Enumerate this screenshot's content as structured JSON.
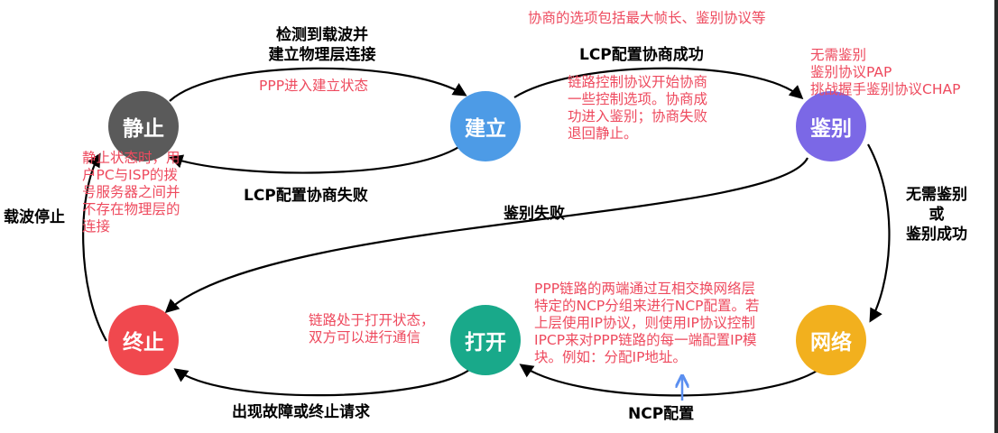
{
  "nodes": {
    "jingzhi": {
      "label": "静止",
      "color": "#5a5a5a"
    },
    "jianli": {
      "label": "建立",
      "color": "#4d9be6"
    },
    "jianbie": {
      "label": "鉴别",
      "color": "#7b68e6"
    },
    "zhongzhi": {
      "label": "终止",
      "color": "#f0484e"
    },
    "dakai": {
      "label": "打开",
      "color": "#19a98a"
    },
    "wangluo": {
      "label": "网络",
      "color": "#f2b01e"
    }
  },
  "transitions": {
    "detect_carrier": [
      "检测到载波并",
      "建立物理层连接"
    ],
    "lcp_success": "LCP配置协商成功",
    "lcp_fail": "LCP配置协商失败",
    "auth_fail": "鉴别失败",
    "no_auth_or_success": [
      "无需鉴别",
      "或",
      "鉴别成功"
    ],
    "carrier_stop": "载波停止",
    "fault_or_terminate": "出现故障或终止请求",
    "ncp_config": "NCP配置"
  },
  "notes": {
    "ppp_enter": "PPP进入建立状态",
    "negotiation_options": "协商的选项包括最大帧长、鉴别协议等",
    "auth_options": [
      "无需鉴别",
      "鉴别协议PAP",
      "挑战握手鉴别协议CHAP"
    ],
    "lcp_desc": [
      "链路控制协议开始协商",
      "一些控制选项。协商成",
      "功进入鉴别；协商失败",
      "退回静止。"
    ],
    "static_desc": [
      "静止状态时，用",
      "户PC与ISP的拨",
      "号服务器之间并",
      "不存在物理层的",
      "连接"
    ],
    "open_desc": [
      "链路处于打开状态，",
      "双方可以进行通信"
    ],
    "network_desc": [
      "PPP链路的两端通过互相交换网络层",
      "特定的NCP分组来进行NCP配置。若",
      "上层使用IP协议，则使用IP协议控制",
      "IPCP来对PPP链路的每一端配置IP模",
      "块。例如：分配IP地址。"
    ]
  },
  "colors": {
    "note": "#ee4a5e",
    "arrow": "#000000",
    "pointer": "#5b8ff0"
  }
}
